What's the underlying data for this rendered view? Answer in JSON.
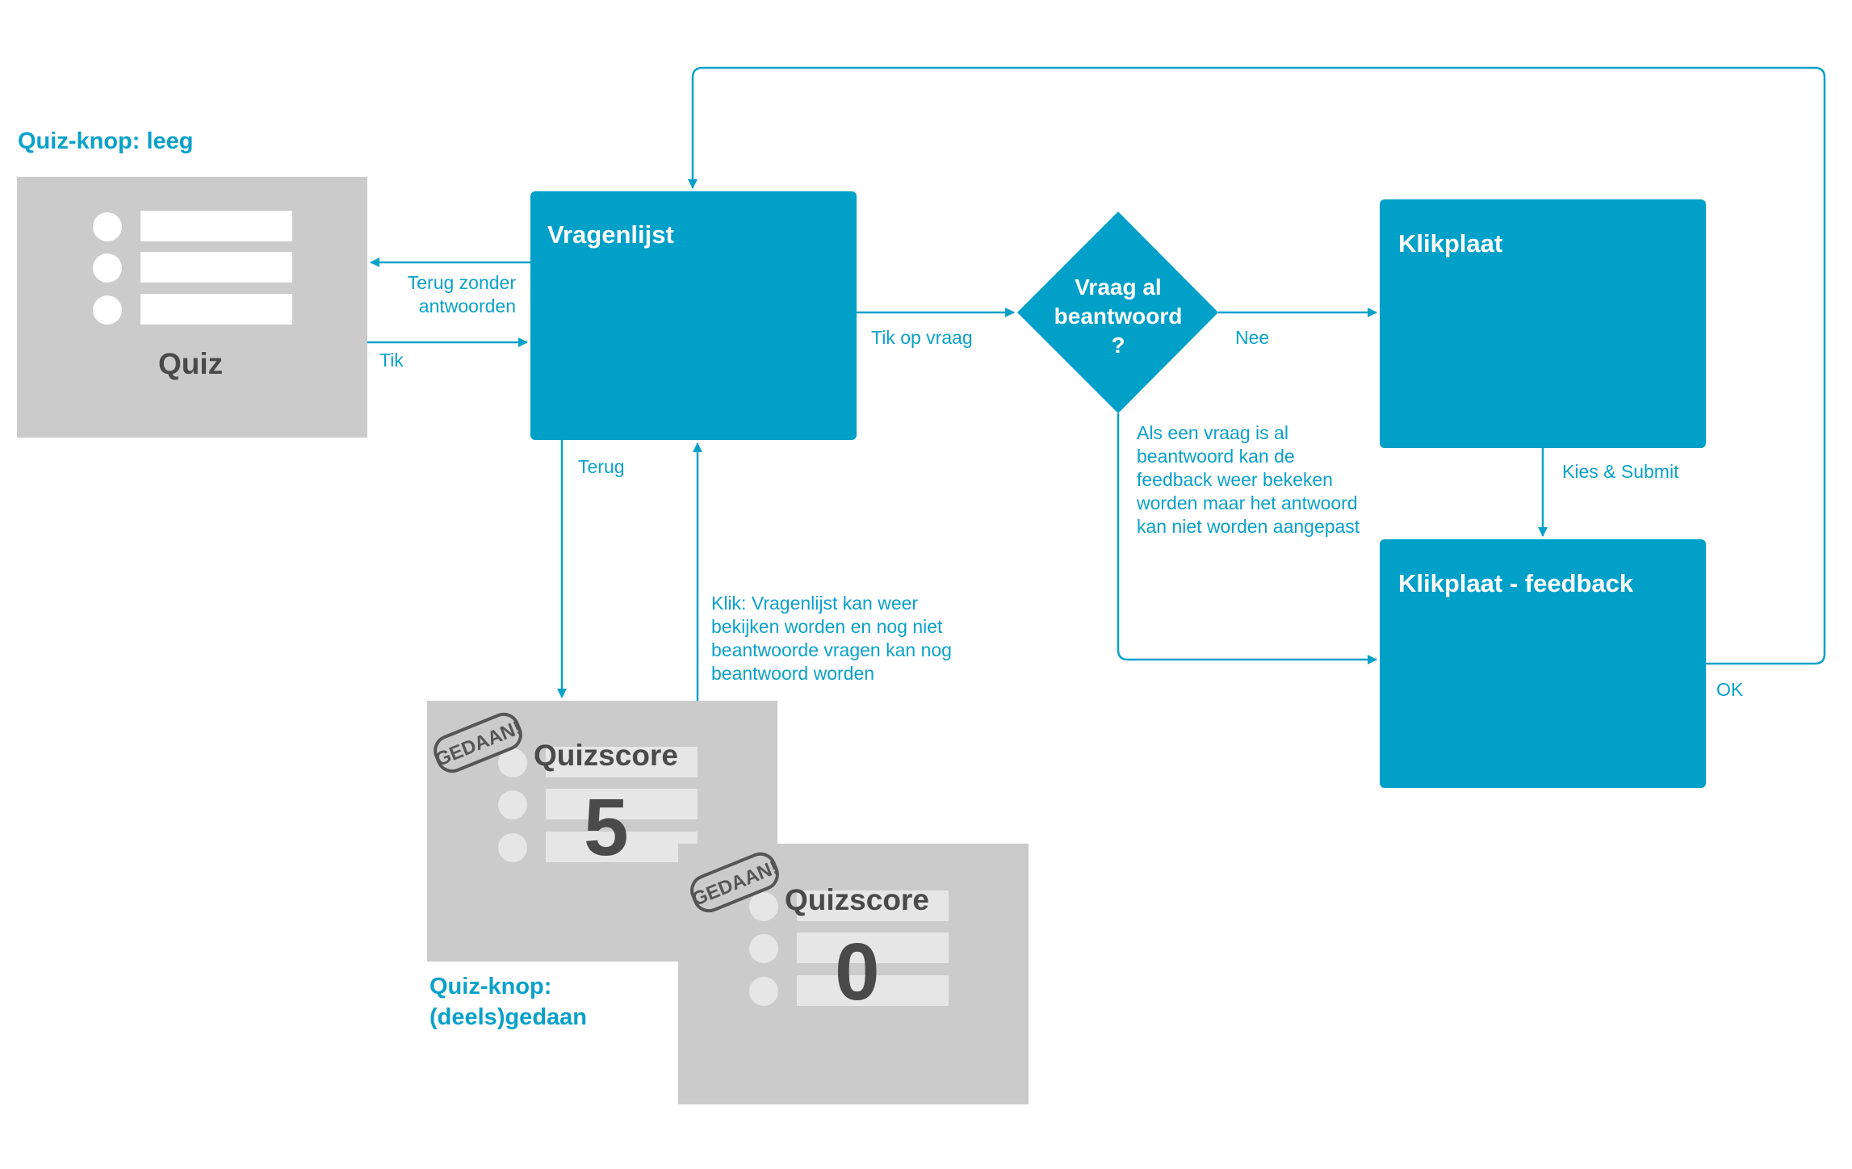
{
  "colors": {
    "accent": "#0aa1c9",
    "box": "#00a0c8",
    "grey_card": "#cbcbcb",
    "grey_text": "#4a4a4a",
    "white": "#ffffff"
  },
  "headings": {
    "quiz_empty": "Quiz-knop: leeg",
    "quiz_done_line1": "Quiz-knop:",
    "quiz_done_line2": "(deels)gedaan"
  },
  "nodes": {
    "quiz_card": {
      "label": "Quiz"
    },
    "vragenlijst": {
      "title": "Vragenlijst"
    },
    "decision": {
      "line1": "Vraag al",
      "line2": "beantwoord",
      "line3": "?"
    },
    "klikplaat": {
      "title": "Klikplaat"
    },
    "klikplaat_feedback": {
      "title": "Klikplaat - feedback"
    },
    "score_card_1": {
      "title": "Quizscore",
      "score": "5",
      "stamp": "GEDAAN!"
    },
    "score_card_2": {
      "title": "Quizscore",
      "score": "0",
      "stamp": "GEDAAN!"
    }
  },
  "edges": {
    "terug_zonder": "Terug zonder\nantwoorden",
    "tik": "Tik",
    "tik_op_vraag": "Tik op vraag",
    "nee": "Nee",
    "terug": "Terug",
    "klik_note": "Klik: Vragenlijst kan weer\nbekijken worden en nog niet\nbeantwoorde vragen kan nog\nbeantwoord worden",
    "als_note": "Als een vraag is al\nbeantwoord kan de\nfeedback weer bekeken\nworden maar het antwoord\nkan niet worden aangepast",
    "kies_submit": "Kies & Submit",
    "ok": "OK"
  }
}
